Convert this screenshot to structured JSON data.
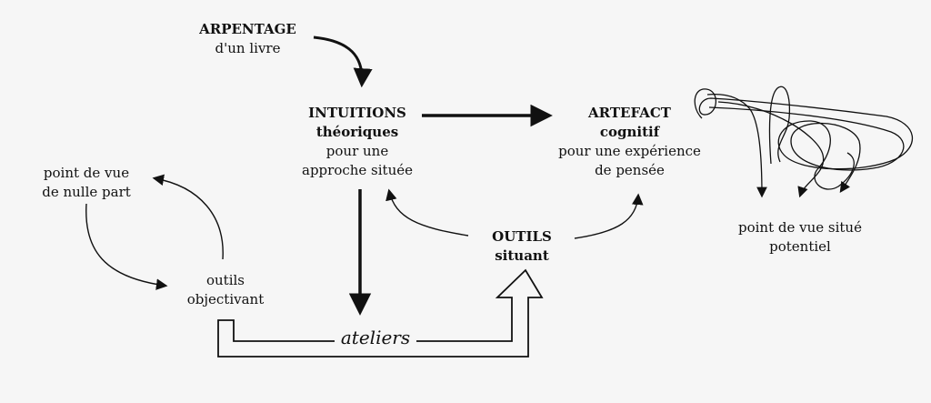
{
  "colors": {
    "background": "#f6f6f6",
    "ink": "#111111"
  },
  "nodes": {
    "arpentage": {
      "title": "ARPENTAGE",
      "sub": "d'un livre"
    },
    "intuitions": {
      "title": "INTUITIONS",
      "title2": "théoriques",
      "sub1": "pour une",
      "sub2": "approche située"
    },
    "artefact": {
      "title": "ARTEFACT",
      "title2": "cognitif",
      "sub1": "pour une expérience",
      "sub2": "de pensée"
    },
    "nulle_part": {
      "line1": "point de vue",
      "line2": "de nulle part"
    },
    "objectivant": {
      "line1": "outils",
      "line2": "objectivant"
    },
    "situant": {
      "title": "OUTILS",
      "title2": "situant"
    },
    "ateliers": {
      "label": "ateliers"
    },
    "situe": {
      "line1": "point de vue situé",
      "line2": "potentiel"
    }
  }
}
